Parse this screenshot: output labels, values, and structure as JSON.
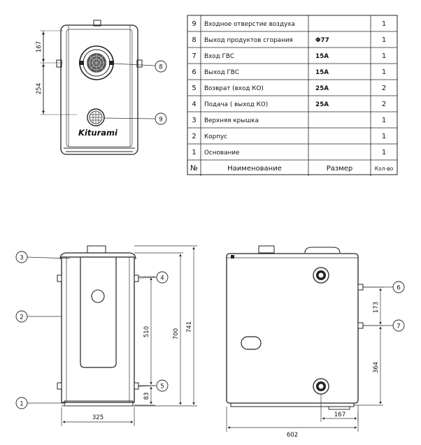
{
  "spec_table": {
    "rows": [
      {
        "num": "9",
        "name": "Входное отверстие воздуха",
        "size": "",
        "qty": "1"
      },
      {
        "num": "8",
        "name": "Выход продуктов сгорания",
        "size": "Φ77",
        "qty": "1"
      },
      {
        "num": "7",
        "name": "Вход ГВС",
        "size": "15A",
        "qty": "1"
      },
      {
        "num": "6",
        "name": "Выход ГВС",
        "size": "15A",
        "qty": "1"
      },
      {
        "num": "5",
        "name": "Возврат  (вход КО)",
        "size": "25A",
        "qty": "2"
      },
      {
        "num": "4",
        "name": "Подача ( выход КО)",
        "size": "25A",
        "qty": "2"
      },
      {
        "num": "3",
        "name": "Верхняя крышка",
        "size": "",
        "qty": "1"
      },
      {
        "num": "2",
        "name": "Корпус",
        "size": "",
        "qty": "1"
      },
      {
        "num": "1",
        "name": "Основание",
        "size": "",
        "qty": "1"
      }
    ],
    "header": {
      "num": "№",
      "name": "Наименование",
      "size": "Размер",
      "qty": "Кол-во"
    }
  },
  "top_view": {
    "brand": "Kiturami",
    "dim_vertical_upper": "167",
    "dim_vertical_lower": "254",
    "callout_flue": "8",
    "callout_air": "9"
  },
  "front_view": {
    "callouts": {
      "cover": "3",
      "body": "2",
      "base": "1",
      "supply": "4",
      "return": "5"
    },
    "dim_width": "325",
    "dim_pipe_spacing": "510",
    "dim_return_height": "83",
    "dim_body_height": "700",
    "dim_total_height": "741"
  },
  "side_view": {
    "callouts": {
      "dhw_out": "6",
      "dhw_in": "7"
    },
    "dim_width": "602",
    "dim_pipe_offset": "167",
    "dim_dhw_spacing": "173",
    "dim_dhw_height": "364"
  }
}
